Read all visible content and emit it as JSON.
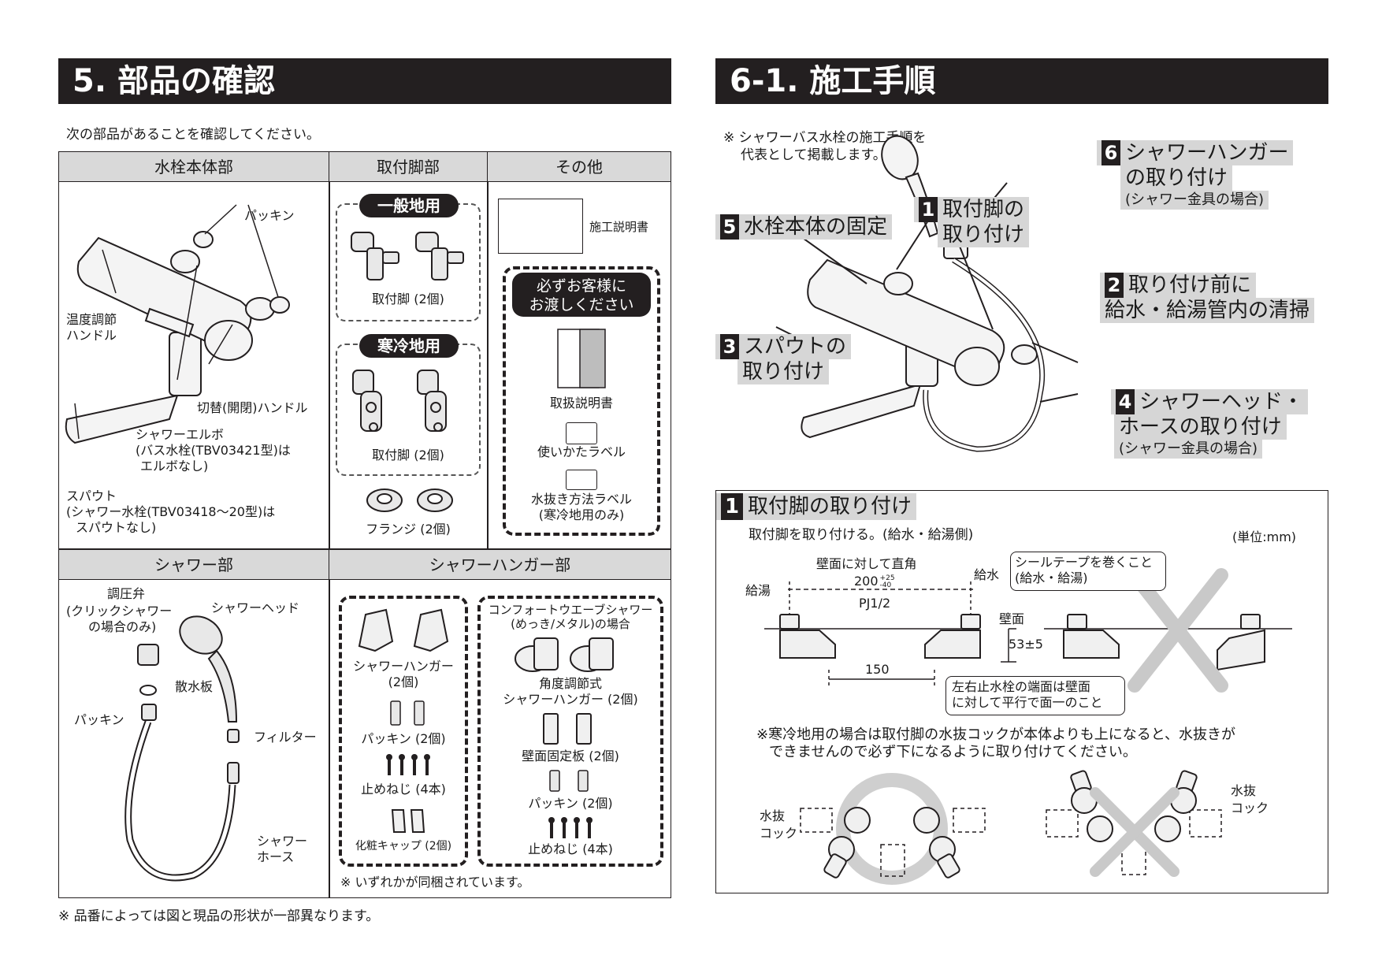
{
  "left": {
    "title": "5. 部品の確認",
    "intro": "次の部品があることを確認してください。",
    "headers": {
      "main": "水栓本体部",
      "legs": "取付脚部",
      "other": "その他",
      "shower": "シャワー部",
      "hanger": "シャワーハンガー部"
    },
    "main_labels": {
      "packing": "パッキン",
      "temp_handle_1": "温度調節",
      "temp_handle_2": "ハンドル",
      "switch_handle": "切替(開閉)ハンドル",
      "elbow_1": "シャワーエルボ",
      "elbow_2": "(バス水栓(TBV03421型)は",
      "elbow_3": "エルボなし)",
      "spout_1": "スパウト",
      "spout_2": "(シャワー水栓(TBV03418〜20型)は",
      "spout_3": "スパウトなし)"
    },
    "legs": {
      "general": "一般地用",
      "general_leg": "取付脚 (2個)",
      "cold": "寒冷地用",
      "cold_leg": "取付脚 (2個)",
      "flange": "フランジ (2個)"
    },
    "other": {
      "manual": "施工説明書",
      "must_1": "必ずお客様に",
      "must_2": "お渡しください",
      "handling": "取扱説明書",
      "usage_label": "使いかたラベル",
      "drain_label_1": "水抜き方法ラベル",
      "drain_label_2": "(寒冷地用のみ)"
    },
    "shower": {
      "valve_1": "調圧弁",
      "valve_2": "(クリックシャワー",
      "valve_3": "の場合のみ)",
      "head": "シャワーヘッド",
      "plate": "散水板",
      "packing": "パッキン",
      "filter": "フィルター",
      "hose_1": "シャワー",
      "hose_2": "ホース"
    },
    "hanger": {
      "hanger": "シャワーハンガー",
      "hanger_qty": "(2個)",
      "packing": "パッキン (2個)",
      "screw": "止めねじ (4本)",
      "cap": "化粧キャップ (2個)",
      "comfort_1": "コンフォートウエーブシャワー",
      "comfort_2": "(めっき/メタル)の場合",
      "angle_1": "角度調節式",
      "angle_2": "シャワーハンガー (2個)",
      "wallplate": "壁面固定板 (2個)",
      "packing2": "パッキン (2個)",
      "screw2": "止めねじ (4本)",
      "either": "※ いずれかが同梱されています。"
    },
    "footnote": "※ 品番によっては図と現品の形状が一部異なります。"
  },
  "right": {
    "title": "6-1. 施工手順",
    "note_1": "※ シャワーバス水栓の施工手順を",
    "note_2": "代表として掲載します。",
    "steps": {
      "s1n": "1",
      "s1a": "取付脚の",
      "s1b": "取り付け",
      "s2n": "2",
      "s2a": "取り付け前に",
      "s2b": "給水・給湯管内の清掃",
      "s3n": "3",
      "s3a": "スパウトの",
      "s3b": "取り付け",
      "s4n": "4",
      "s4a": "シャワーヘッド・",
      "s4b": "ホースの取り付け",
      "s4c": "(シャワー金具の場合)",
      "s5n": "5",
      "s5a": "水栓本体の固定",
      "s6n": "6",
      "s6a": "シャワーハンガー",
      "s6b": "の取り付け",
      "s6c": "(シャワー金具の場合)"
    },
    "box": {
      "num": "1",
      "title": "取付脚の取り付け",
      "desc": "取付脚を取り付ける。(給水・給湯側)",
      "unit": "(単位:mm)",
      "hot": "給湯",
      "perp": "壁面に対して直角",
      "dim200": "200",
      "tol_up": "+25",
      "tol_dn": "-40",
      "pj": "PJ1/2",
      "cold": "給水",
      "seal_1": "シールテープを巻くこと",
      "seal_2": "(給水・給湯)",
      "wall": "壁面",
      "dim53": "53±5",
      "dim150": "150",
      "parallel_1": "左右止水栓の端面は壁面",
      "parallel_2": "に対して平行で面一のこと",
      "cold_note_1": "※寒冷地用の場合は取付脚の水抜コックが本体よりも上になると、水抜きが",
      "cold_note_2": "できませんので必ず下になるように取り付けてください。",
      "cock_l_1": "水抜",
      "cock_l_2": "コック",
      "cock_r_1": "水抜",
      "cock_r_2": "コック"
    }
  }
}
